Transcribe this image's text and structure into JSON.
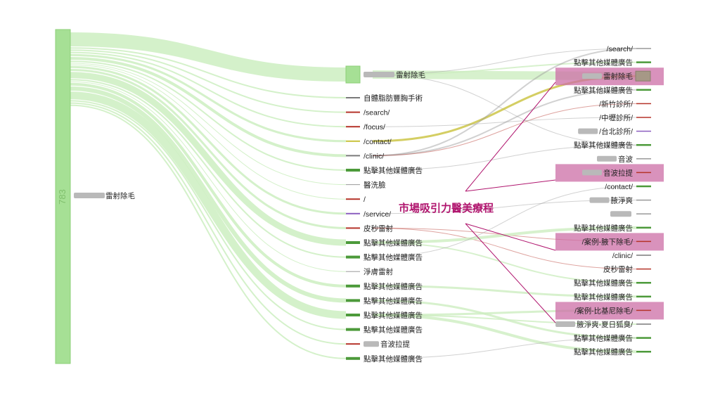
{
  "source": {
    "label": "雷射除毛",
    "count": "783"
  },
  "annotation": "市場吸引力醫美療程",
  "colors": {
    "source": "#a6e095",
    "flow": "#cdeec1",
    "green": "#4c9a3a",
    "red": "#b5342a",
    "purple": "#8b5fc0",
    "yellow": "#c9c23c",
    "gray": "#7a7a7a",
    "thin": "#999999",
    "highlight": "#cc6ea6",
    "annot": "#b0156e"
  },
  "middle": [
    {
      "label": "雷射除毛",
      "color": "source",
      "blurred": true,
      "box": true
    },
    {
      "label": "自體脂肪豐胸手術",
      "color": "gray"
    },
    {
      "label": "/search/",
      "color": "red"
    },
    {
      "label": "/focus/",
      "color": "red"
    },
    {
      "label": "/contact/",
      "color": "yellow"
    },
    {
      "label": "/clinic/",
      "color": "gray"
    },
    {
      "label": "點擊其他媒體廣告",
      "color": "green"
    },
    {
      "label": "醫洗臉",
      "color": "thin"
    },
    {
      "label": "/",
      "color": "red"
    },
    {
      "label": "/service/",
      "color": "purple"
    },
    {
      "label": "皮秒雷射",
      "color": "red"
    },
    {
      "label": "點擊其他媒體廣告",
      "color": "green"
    },
    {
      "label": "點擊其他媒體廣告",
      "color": "green"
    },
    {
      "label": "淨膚雷射",
      "color": "thin"
    },
    {
      "label": "點擊其他媒體廣告",
      "color": "green"
    },
    {
      "label": "點擊其他媒體廣告",
      "color": "green"
    },
    {
      "label": "點擊其他媒體廣告",
      "color": "green"
    },
    {
      "label": "點擊其他媒體廣告",
      "color": "green"
    },
    {
      "label": "音波拉提",
      "color": "red",
      "blurred": true
    },
    {
      "label": "點擊其他媒體廣告",
      "color": "green"
    }
  ],
  "right": [
    {
      "label": "/search/",
      "color": "thin"
    },
    {
      "label": "點擊其他媒體廣告",
      "color": "green"
    },
    {
      "label": "雷射除毛",
      "color": "gray",
      "blurred": true,
      "highlight": true,
      "box": true
    },
    {
      "label": "點擊其他媒體廣告",
      "color": "green"
    },
    {
      "label": "/新竹診所/",
      "color": "red"
    },
    {
      "label": "/中壢診所/",
      "color": "red"
    },
    {
      "label": "/台北診所/",
      "color": "purple",
      "blurred": true
    },
    {
      "label": "點擊其他媒體廣告",
      "color": "green"
    },
    {
      "label": "音波",
      "color": "thin",
      "blurred": true
    },
    {
      "label": "音波拉提",
      "color": "red",
      "blurred": true,
      "highlight": true
    },
    {
      "label": "/contact/",
      "color": "green"
    },
    {
      "label": "腋淨爽",
      "color": "thin",
      "blurred": true
    },
    {
      "label": "",
      "color": "thin",
      "blurred": true
    },
    {
      "label": "點擊其他媒體廣告",
      "color": "green"
    },
    {
      "label": "/案例-腋下除毛/",
      "color": "red",
      "highlight": true
    },
    {
      "label": "/clinic/",
      "color": "gray"
    },
    {
      "label": "皮秒雷射",
      "color": "red"
    },
    {
      "label": "點擊其他媒體廣告",
      "color": "green"
    },
    {
      "label": "點擊其他媒體廣告",
      "color": "green"
    },
    {
      "label": "/案例-比基尼除毛/",
      "color": "red",
      "highlight": true
    },
    {
      "label": "腋淨爽-夏日狐臭/",
      "color": "gray",
      "blurred": true
    },
    {
      "label": "點擊其他媒體廣告",
      "color": "green"
    },
    {
      "label": "點擊其他媒體廣告",
      "color": "green"
    }
  ],
  "links_left": [
    {
      "to": 0,
      "width": 20
    },
    {
      "to": 1,
      "width": 2
    },
    {
      "to": 2,
      "width": 2
    },
    {
      "to": 3,
      "width": 2
    },
    {
      "to": 4,
      "width": 3
    },
    {
      "to": 5,
      "width": 4
    },
    {
      "to": 6,
      "width": 2
    },
    {
      "to": 7,
      "width": 1
    },
    {
      "to": 8,
      "width": 1
    },
    {
      "to": 9,
      "width": 3
    },
    {
      "to": 10,
      "width": 3
    },
    {
      "to": 11,
      "width": 9
    },
    {
      "to": 12,
      "width": 2
    },
    {
      "to": 13,
      "width": 1
    },
    {
      "to": 14,
      "width": 4
    },
    {
      "to": 15,
      "width": 6
    },
    {
      "to": 16,
      "width": 11
    },
    {
      "to": 17,
      "width": 2
    },
    {
      "to": 18,
      "width": 2
    },
    {
      "to": 19,
      "width": 2
    }
  ],
  "links_right": [
    {
      "from": 0,
      "to": 2,
      "width": 12,
      "color": "flow"
    },
    {
      "from": 0,
      "to": 0,
      "width": 1,
      "color": "thin"
    },
    {
      "from": 0,
      "to": 1,
      "width": 2,
      "color": "flow"
    },
    {
      "from": 0,
      "to": 7,
      "width": 1,
      "color": "thin"
    },
    {
      "from": 4,
      "to": 2,
      "width": 3,
      "color": "yellow"
    },
    {
      "from": 5,
      "to": 0,
      "width": 2,
      "color": "thin"
    },
    {
      "from": 5,
      "to": 3,
      "width": 2,
      "color": "thin"
    },
    {
      "from": 5,
      "to": 4,
      "width": 1,
      "color": "red"
    },
    {
      "from": 10,
      "to": 16,
      "width": 1,
      "color": "red"
    },
    {
      "from": 10,
      "to": 14,
      "width": 1,
      "color": "red"
    },
    {
      "from": 11,
      "to": 13,
      "width": 4,
      "color": "flow"
    },
    {
      "from": 11,
      "to": 17,
      "width": 2,
      "color": "flow"
    },
    {
      "from": 14,
      "to": 18,
      "width": 3,
      "color": "flow"
    },
    {
      "from": 15,
      "to": 21,
      "width": 3,
      "color": "flow"
    },
    {
      "from": 16,
      "to": 19,
      "width": 3,
      "color": "flow"
    },
    {
      "from": 16,
      "to": 22,
      "width": 4,
      "color": "flow"
    },
    {
      "from": 16,
      "to": 20,
      "width": 2,
      "color": "flow"
    },
    {
      "from": 19,
      "to": 21,
      "width": 1,
      "color": "thin"
    },
    {
      "from": 12,
      "to": 10,
      "width": 1,
      "color": "thin"
    },
    {
      "from": 9,
      "to": 11,
      "width": 1,
      "color": "thin"
    },
    {
      "from": 6,
      "to": 7,
      "width": 1,
      "color": "thin"
    },
    {
      "from": 3,
      "to": 5,
      "width": 1,
      "color": "thin"
    }
  ]
}
